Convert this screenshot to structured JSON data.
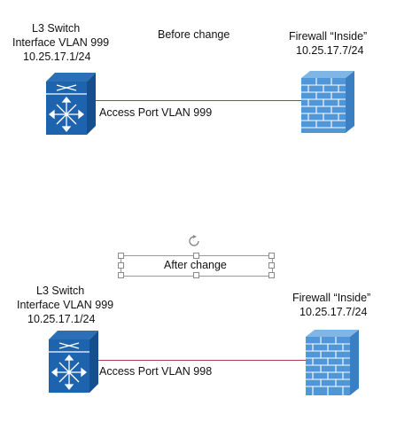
{
  "top": {
    "caption": "Before change",
    "switch": {
      "line1": "L3 Switch",
      "line2": "Interface VLAN 999",
      "line3": "10.25.17.1/24"
    },
    "firewall": {
      "line1": "Firewall “Inside”",
      "line2": "10.25.17.7/24"
    },
    "link_label": "Access Port VLAN 999"
  },
  "bottom": {
    "caption": "After change",
    "switch": {
      "line1": "L3 Switch",
      "line2": "Interface VLAN 999",
      "line3": "10.25.17.1/24"
    },
    "firewall": {
      "line1": "Firewall “Inside”",
      "line2": "10.25.17.7/24"
    },
    "link_label": "Access Port VLAN 998"
  },
  "colors": {
    "link": "#b03a48",
    "switch_top": "#2b6fb6",
    "switch_body": "#1e63ad",
    "firewall_top": "#7fb6e6",
    "firewall_body": "#4f97d8"
  },
  "icons": {
    "switch": "l3-switch-icon",
    "firewall": "firewall-icon",
    "rotate": "rotate-handle-icon"
  }
}
